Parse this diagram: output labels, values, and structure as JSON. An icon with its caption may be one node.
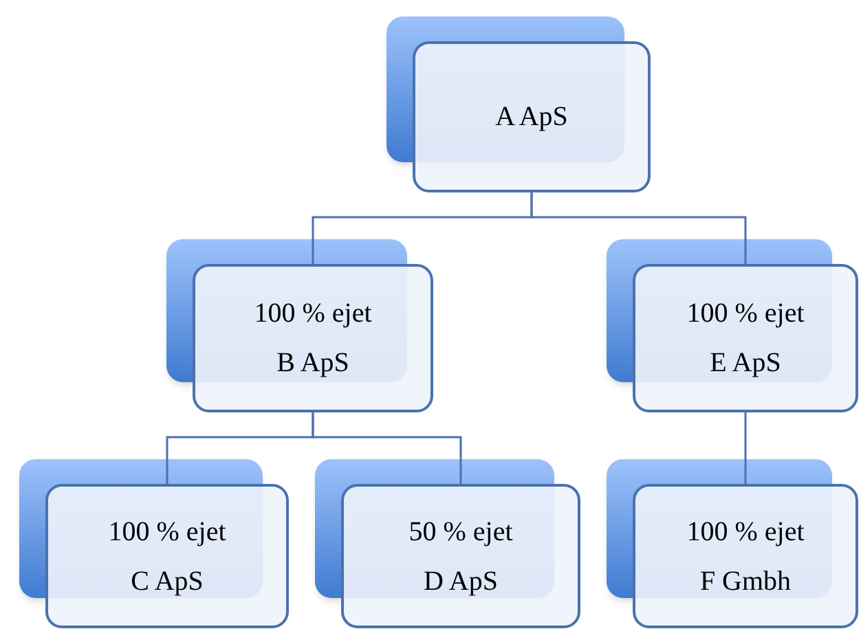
{
  "diagram": {
    "nodes": [
      {
        "text": [
          "A ApS"
        ]
      },
      {
        "text": [
          "100 % ejet",
          "B ApS"
        ]
      },
      {
        "text": [
          "100 % ejet",
          "E ApS"
        ]
      },
      {
        "text": [
          "100 % ejet",
          "C ApS"
        ]
      },
      {
        "text": [
          "50 % ejet",
          "D ApS"
        ]
      },
      {
        "text": [
          "100 % ejet",
          "F Gmbh"
        ]
      }
    ],
    "edges": [
      {
        "from": 0,
        "to": 1,
        "arrow": "none"
      },
      {
        "from": 0,
        "to": 2,
        "arrow": "none"
      },
      {
        "from": 1,
        "to": 3,
        "arrow": "none"
      },
      {
        "from": 1,
        "to": 4,
        "arrow": "none"
      },
      {
        "from": 2,
        "to": 5,
        "arrow": "none"
      }
    ]
  }
}
